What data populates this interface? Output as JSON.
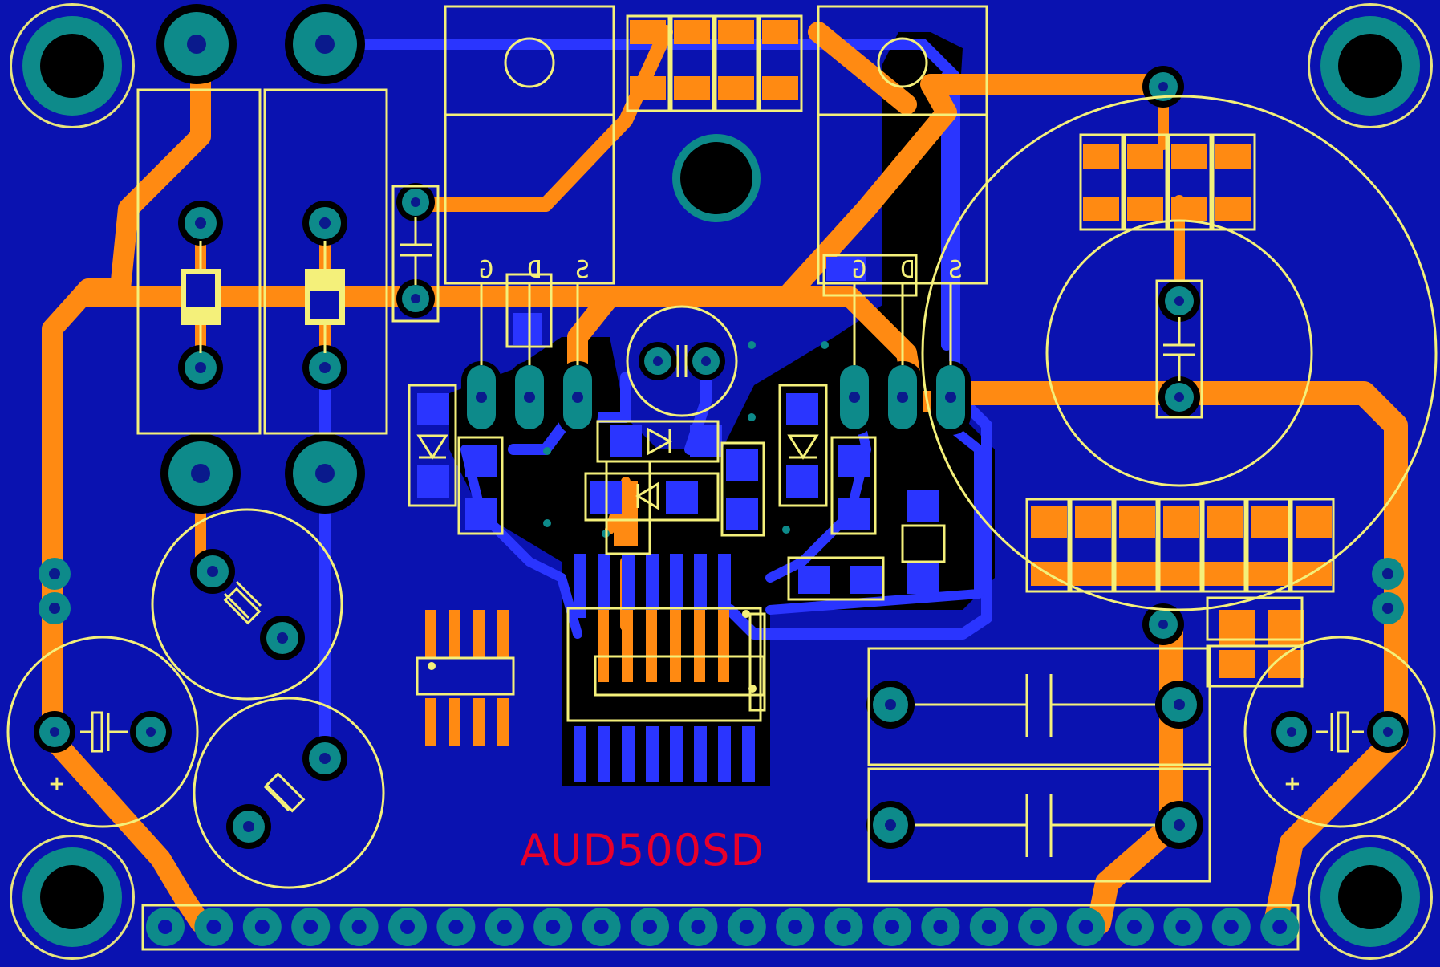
{
  "board": {
    "label": "AUD500SD",
    "colors": {
      "board": "#0a12b0",
      "top_copper": "#ff8a12",
      "bottom_copper": "#2a35ff",
      "pad": "#0d8a8a",
      "silkscreen": "#f4f07a",
      "label": "#e8002a",
      "clearance": "#000000"
    }
  },
  "mosfets": [
    {
      "pins": [
        "G",
        "D",
        "S"
      ]
    },
    {
      "pins": [
        "G",
        "D",
        "S"
      ]
    }
  ],
  "polarity_marks": [
    "+",
    "+"
  ],
  "header": {
    "pin_count": 24
  }
}
